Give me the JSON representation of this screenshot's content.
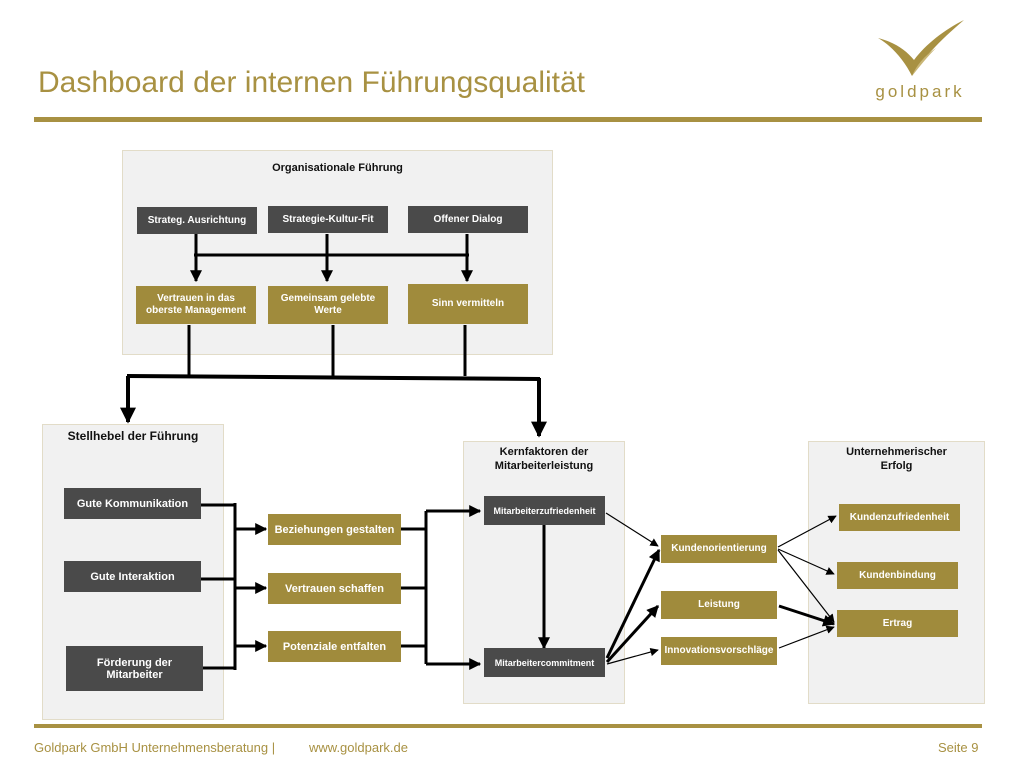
{
  "title": "Dashboard der internen Führungsqualität",
  "brand": {
    "logo_text": "goldpark"
  },
  "colors": {
    "gold": "#a08b3c",
    "dark": "#4a4a4a",
    "panel": "#f1f1f1",
    "accent": "#a89142"
  },
  "panels": {
    "org": "Organisationale Führung",
    "levers": "Stellhebel der Führung",
    "core": "Kernfaktoren der Mitarbeiterleistung",
    "success": "Unternehmerischer Erfolg"
  },
  "org": {
    "top": [
      "Strateg. Ausrichtung",
      "Strategie-Kultur-Fit",
      "Offener Dialog"
    ],
    "bottom": [
      "Vertrauen in das oberste Management",
      "Gemeinsam gelebte Werte",
      "Sinn vermitteln"
    ]
  },
  "levers": [
    "Gute Kommunikation",
    "Gute Interaktion",
    "Förderung der Mitarbeiter"
  ],
  "actions": [
    "Beziehungen gestalten",
    "Vertrauen schaffen",
    "Potenziale entfalten"
  ],
  "core": [
    "Mitarbeiterzufriedenheit",
    "Mitarbeitercommitment"
  ],
  "drivers": [
    "Kundenorientierung",
    "Leistung",
    "Innovationsvorschläge"
  ],
  "outcomes": [
    "Kundenzufriedenheit",
    "Kundenbindung",
    "Ertrag"
  ],
  "footer": {
    "company": "Goldpark GmbH Unternehmensberatung |",
    "url": "www.goldpark.de",
    "page": "Seite 9"
  }
}
